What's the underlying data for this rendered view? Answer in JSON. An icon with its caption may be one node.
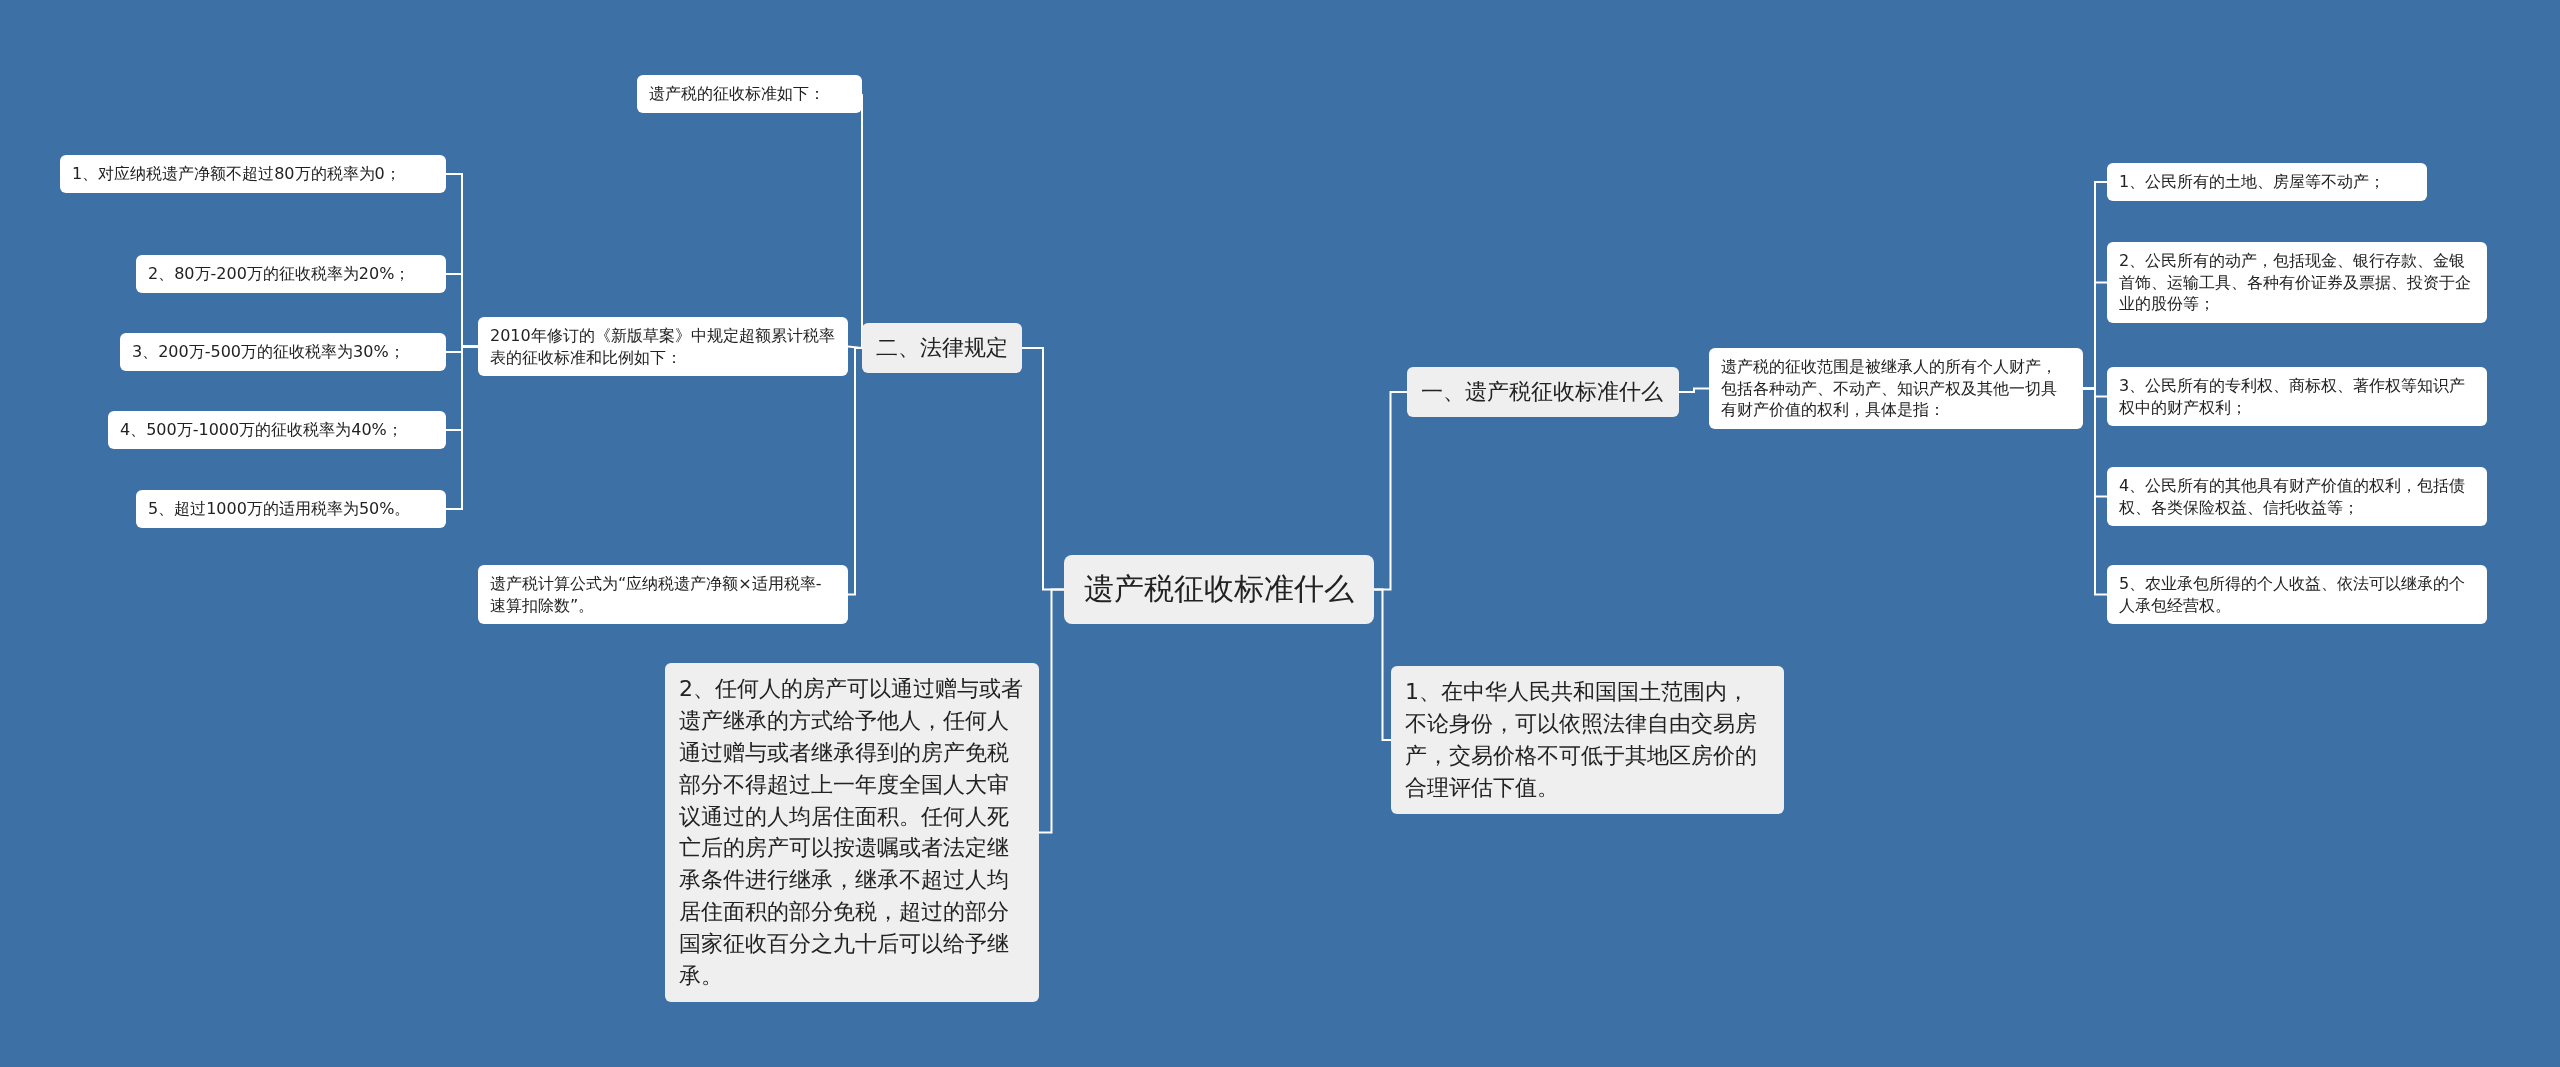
{
  "diagram": {
    "nodes": [
      {
        "text": [
          "遗产税征收标准什么"
        ]
      },
      {
        "text": [
          "一、遗产税征收标准什么"
        ]
      },
      {
        "text": [
          "遗产税的征收范围是被继承人的所有个人财产，包括各种动产、不动产、知识产权及其他一切具有财产价值的权利，具体是指："
        ]
      },
      {
        "text": [
          "1、公民所有的土地、房屋等不动产；"
        ]
      },
      {
        "text": [
          "2、公民所有的动产，包括现金、银行存款、金银首饰、运输工具、各种有价证券及票据、投资于企业的股份等；"
        ]
      },
      {
        "text": [
          "3、公民所有的专利权、商标权、著作权等知识产权中的财产权利；"
        ]
      },
      {
        "text": [
          "4、公民所有的其他具有财产价值的权利，包括债权、各类保险权益、信托收益等；"
        ]
      },
      {
        "text": [
          "5、农业承包所得的个人收益、依法可以继承的个人承包经营权。"
        ]
      },
      {
        "text": [
          "1、在中华人民共和国国土范围内，不论身份，可以依照法律自由交易房产，交易价格不可低于其地区房价的合理评估下值。"
        ]
      },
      {
        "text": [
          "二、法律规定"
        ]
      },
      {
        "text": [
          "遗产税的征收标准如下："
        ]
      },
      {
        "text": [
          "2010年修订的《新版草案》中规定超额累计税率表的征收标准和比例如下："
        ]
      },
      {
        "text": [
          "1、对应纳税遗产净额不超过80万的税率为0；"
        ]
      },
      {
        "text": [
          "2、80万-200万的征收税率为20%；"
        ]
      },
      {
        "text": [
          "3、200万-500万的征收税率为30%；"
        ]
      },
      {
        "text": [
          "4、500万-1000万的征收税率为40%；"
        ]
      },
      {
        "text": [
          "5、超过1000万的适用税率为50%。"
        ]
      },
      {
        "text": [
          "遗产税计算公式为“应纳税遗产净额×适用税率-速算扣除数”。"
        ]
      },
      {
        "text": [
          "2、任何人的房产可以通过赠与或者遗产继承的方式给予他人，任何人通过赠与或者继承得到的房产免税部分不得超过上一年度全国人大审议通过的人均居住面积。任何人死亡后的房产可以按遗嘱或者法定继承条件进行继承，继承不超过人均居住面积的部分免税，超过的部分国家征收百分之九十后可以给予继承。"
        ]
      }
    ],
    "edges": [
      {
        "from": 0,
        "to": 1,
        "arrow": "none"
      },
      {
        "from": 0,
        "to": 8,
        "arrow": "none"
      },
      {
        "from": 0,
        "to": 9,
        "arrow": "none"
      },
      {
        "from": 0,
        "to": 18,
        "arrow": "none"
      },
      {
        "from": 1,
        "to": 2,
        "arrow": "none"
      },
      {
        "from": 2,
        "to": 3,
        "arrow": "none"
      },
      {
        "from": 2,
        "to": 4,
        "arrow": "none"
      },
      {
        "from": 2,
        "to": 5,
        "arrow": "none"
      },
      {
        "from": 2,
        "to": 6,
        "arrow": "none"
      },
      {
        "from": 2,
        "to": 7,
        "arrow": "none"
      },
      {
        "from": 9,
        "to": 10,
        "arrow": "none"
      },
      {
        "from": 9,
        "to": 11,
        "arrow": "none"
      },
      {
        "from": 9,
        "to": 17,
        "arrow": "none"
      },
      {
        "from": 11,
        "to": 12,
        "arrow": "none"
      },
      {
        "from": 11,
        "to": 13,
        "arrow": "none"
      },
      {
        "from": 11,
        "to": 14,
        "arrow": "none"
      },
      {
        "from": 11,
        "to": 15,
        "arrow": "none"
      },
      {
        "from": 11,
        "to": 16,
        "arrow": "none"
      }
    ]
  }
}
